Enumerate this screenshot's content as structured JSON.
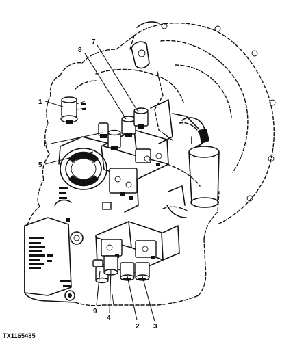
{
  "figure_id": "TX1165485",
  "callouts": [
    {
      "id": "1",
      "label": "1"
    },
    {
      "id": "2",
      "label": "2"
    },
    {
      "id": "3",
      "label": "3"
    },
    {
      "id": "4",
      "label": "4"
    },
    {
      "id": "5",
      "label": "5"
    },
    {
      "id": "6",
      "label": "6"
    },
    {
      "id": "7",
      "label": "7"
    },
    {
      "id": "8",
      "label": "8"
    },
    {
      "id": "9",
      "label": "9"
    }
  ]
}
